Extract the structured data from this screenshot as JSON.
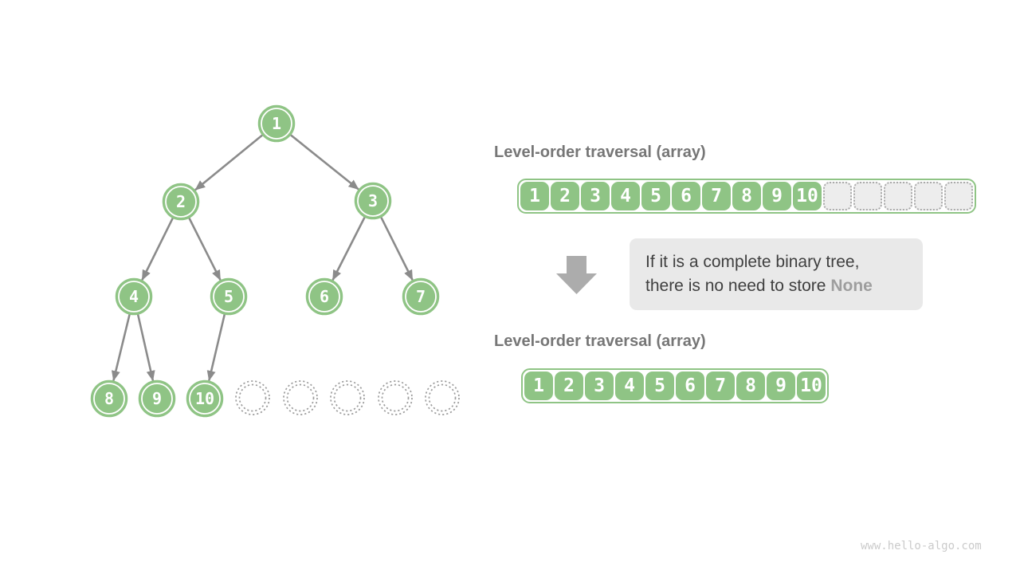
{
  "tree": {
    "nodes": [
      "1",
      "2",
      "3",
      "4",
      "5",
      "6",
      "7",
      "8",
      "9",
      "10"
    ],
    "empty_node_count": 5,
    "edges": [
      "1→2",
      "1→3",
      "2→4",
      "2→5",
      "3→6",
      "3→7",
      "4→8",
      "4→9",
      "5→10"
    ]
  },
  "top_array": {
    "label": "Level-order traversal (array)",
    "values": [
      "1",
      "2",
      "3",
      "4",
      "5",
      "6",
      "7",
      "8",
      "9",
      "10"
    ],
    "empty_cell_count": 5
  },
  "note": {
    "line1": "If it is a complete binary tree,",
    "line2_prefix": "there is no need to store",
    "highlight": "None"
  },
  "bottom_array": {
    "label": "Level-order traversal (array)",
    "values": [
      "1",
      "2",
      "3",
      "4",
      "5",
      "6",
      "7",
      "8",
      "9",
      "10"
    ]
  },
  "watermark": "www.hello-algo.com",
  "colors": {
    "node_green": "#8FC485",
    "edge_gray": "#8B8B8B",
    "big_arrow_gray": "#ACACAC",
    "note_bg": "#E9E9E9",
    "note_text": "#3F3F3F",
    "none_gray": "#9E9E9E",
    "label_gray": "#767676",
    "empty_cell_bg": "#EDEDED",
    "watermark_gray": "#CBCBCB"
  }
}
